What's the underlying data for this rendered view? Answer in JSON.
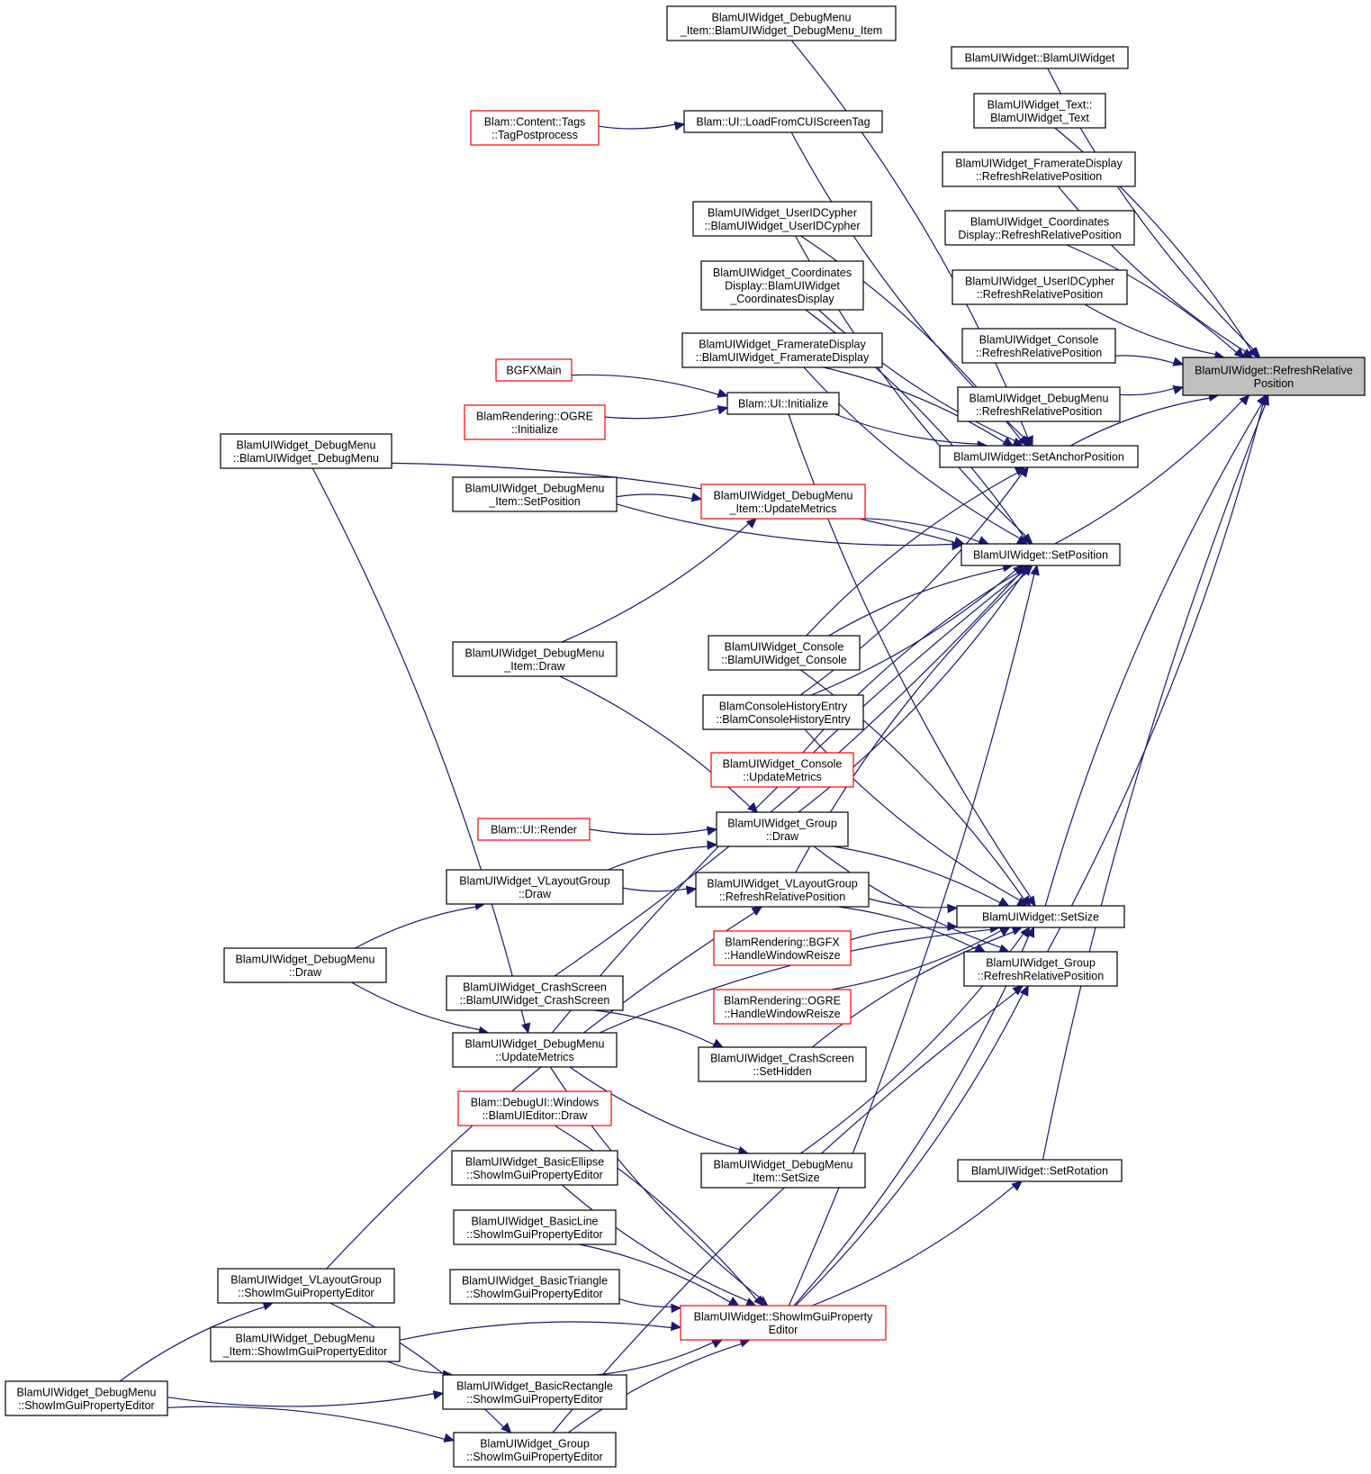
{
  "nodes": [
    {
      "id": "refreshRelative",
      "label": [
        "BlamUIWidget::RefreshRelative",
        "Position"
      ],
      "style": "root"
    },
    {
      "id": "blamuiwidget",
      "label": [
        "BlamUIWidget::BlamUIWidget"
      ],
      "style": "normal"
    },
    {
      "id": "text",
      "label": [
        "BlamUIWidget_Text::",
        "BlamUIWidget_Text"
      ],
      "style": "normal"
    },
    {
      "id": "frameRRP",
      "label": [
        "BlamUIWidget_FramerateDisplay",
        "::RefreshRelativePosition"
      ],
      "style": "normal"
    },
    {
      "id": "coordRRP",
      "label": [
        "BlamUIWidget_Coordinates",
        "Display::RefreshRelativePosition"
      ],
      "style": "normal"
    },
    {
      "id": "userRRP",
      "label": [
        "BlamUIWidget_UserIDCypher",
        "::RefreshRelativePosition"
      ],
      "style": "normal"
    },
    {
      "id": "consoleRRP",
      "label": [
        "BlamUIWidget_Console",
        "::RefreshRelativePosition"
      ],
      "style": "normal"
    },
    {
      "id": "debugRRP",
      "label": [
        "BlamUIWidget_DebugMenu",
        "::RefreshRelativePosition"
      ],
      "style": "normal"
    },
    {
      "id": "setAnchor",
      "label": [
        "BlamUIWidget::SetAnchorPosition"
      ],
      "style": "normal"
    },
    {
      "id": "setPosition",
      "label": [
        "BlamUIWidget::SetPosition"
      ],
      "style": "normal"
    },
    {
      "id": "setSize",
      "label": [
        "BlamUIWidget::SetSize"
      ],
      "style": "normal"
    },
    {
      "id": "groupRRP",
      "label": [
        "BlamUIWidget_Group",
        "::RefreshRelativePosition"
      ],
      "style": "normal"
    },
    {
      "id": "setRotation",
      "label": [
        "BlamUIWidget::SetRotation"
      ],
      "style": "normal"
    },
    {
      "id": "dmItemCtor",
      "label": [
        "BlamUIWidget_DebugMenu",
        "_Item::BlamUIWidget_DebugMenu_Item"
      ],
      "style": "normal"
    },
    {
      "id": "loadFromCUI",
      "label": [
        "Blam::UI::LoadFromCUIScreenTag"
      ],
      "style": "normal"
    },
    {
      "id": "tagPost",
      "label": [
        "Blam::Content::Tags",
        "::TagPostprocess"
      ],
      "style": "red"
    },
    {
      "id": "userCtor",
      "label": [
        "BlamUIWidget_UserIDCypher",
        "::BlamUIWidget_UserIDCypher"
      ],
      "style": "normal"
    },
    {
      "id": "coordCtor",
      "label": [
        "BlamUIWidget_Coordinates",
        "Display::BlamUIWidget",
        "_CoordinatesDisplay"
      ],
      "style": "normal"
    },
    {
      "id": "frameCtor",
      "label": [
        "BlamUIWidget_FramerateDisplay",
        "::BlamUIWidget_FramerateDisplay"
      ],
      "style": "normal"
    },
    {
      "id": "bgfxMain",
      "label": [
        "BGFXMain"
      ],
      "style": "red"
    },
    {
      "id": "uiInit",
      "label": [
        "Blam::UI::Initialize"
      ],
      "style": "normal"
    },
    {
      "id": "ogreInit",
      "label": [
        "BlamRendering::OGRE",
        "::Initialize"
      ],
      "style": "red"
    },
    {
      "id": "dmCtor",
      "label": [
        "BlamUIWidget_DebugMenu",
        "::BlamUIWidget_DebugMenu"
      ],
      "style": "normal"
    },
    {
      "id": "dmItemSetPos",
      "label": [
        "BlamUIWidget_DebugMenu",
        "_Item::SetPosition"
      ],
      "style": "normal"
    },
    {
      "id": "dmItemUpdate",
      "label": [
        "BlamUIWidget_DebugMenu",
        "_Item::UpdateMetrics"
      ],
      "style": "red"
    },
    {
      "id": "dmItemDraw",
      "label": [
        "BlamUIWidget_DebugMenu",
        "_Item::Draw"
      ],
      "style": "normal"
    },
    {
      "id": "consoleCtor",
      "label": [
        "BlamUIWidget_Console",
        "::BlamUIWidget_Console"
      ],
      "style": "normal"
    },
    {
      "id": "historyCtor",
      "label": [
        "BlamConsoleHistoryEntry",
        "::BlamConsoleHistoryEntry"
      ],
      "style": "normal"
    },
    {
      "id": "consoleUpdate",
      "label": [
        "BlamUIWidget_Console",
        "::UpdateMetrics"
      ],
      "style": "red"
    },
    {
      "id": "uiRender",
      "label": [
        "Blam::UI::Render"
      ],
      "style": "red"
    },
    {
      "id": "groupDraw",
      "label": [
        "BlamUIWidget_Group",
        "::Draw"
      ],
      "style": "normal"
    },
    {
      "id": "vlayoutDraw",
      "label": [
        "BlamUIWidget_VLayoutGroup",
        "::Draw"
      ],
      "style": "normal"
    },
    {
      "id": "vlayoutRRP",
      "label": [
        "BlamUIWidget_VLayoutGroup",
        "::RefreshRelativePosition"
      ],
      "style": "normal"
    },
    {
      "id": "dmDraw",
      "label": [
        "BlamUIWidget_DebugMenu",
        "::Draw"
      ],
      "style": "normal"
    },
    {
      "id": "bgfxResize",
      "label": [
        "BlamRendering::BGFX",
        "::HandleWindowReisze"
      ],
      "style": "red"
    },
    {
      "id": "ogreResize",
      "label": [
        "BlamRendering::OGRE",
        "::HandleWindowReisze"
      ],
      "style": "red"
    },
    {
      "id": "crashCtor",
      "label": [
        "BlamUIWidget_CrashScreen",
        "::BlamUIWidget_CrashScreen"
      ],
      "style": "normal"
    },
    {
      "id": "dmUpdate",
      "label": [
        "BlamUIWidget_DebugMenu",
        "::UpdateMetrics"
      ],
      "style": "normal"
    },
    {
      "id": "crashHidden",
      "label": [
        "BlamUIWidget_CrashScreen",
        "::SetHidden"
      ],
      "style": "normal"
    },
    {
      "id": "uiEditorDraw",
      "label": [
        "Blam::DebugUI::Windows",
        "::BlamUIEditor::Draw"
      ],
      "style": "red"
    },
    {
      "id": "dmItemSetSize",
      "label": [
        "BlamUIWidget_DebugMenu",
        "_Item::SetSize"
      ],
      "style": "normal"
    },
    {
      "id": "ellipseShow",
      "label": [
        "BlamUIWidget_BasicEllipse",
        "::ShowImGuiPropertyEditor"
      ],
      "style": "normal"
    },
    {
      "id": "lineShow",
      "label": [
        "BlamUIWidget_BasicLine",
        "::ShowImGuiPropertyEditor"
      ],
      "style": "normal"
    },
    {
      "id": "triShow",
      "label": [
        "BlamUIWidget_BasicTriangle",
        "::ShowImGuiPropertyEditor"
      ],
      "style": "normal"
    },
    {
      "id": "vlayoutShow",
      "label": [
        "BlamUIWidget_VLayoutGroup",
        "::ShowImGuiPropertyEditor"
      ],
      "style": "normal"
    },
    {
      "id": "widgetShow",
      "label": [
        "BlamUIWidget::ShowImGuiProperty",
        "Editor"
      ],
      "style": "red"
    },
    {
      "id": "dmItemShow",
      "label": [
        "BlamUIWidget_DebugMenu",
        "_Item::ShowImGuiPropertyEditor"
      ],
      "style": "normal"
    },
    {
      "id": "dmShow",
      "label": [
        "BlamUIWidget_DebugMenu",
        "::ShowImGuiPropertyEditor"
      ],
      "style": "normal"
    },
    {
      "id": "rectShow",
      "label": [
        "BlamUIWidget_BasicRectangle",
        "::ShowImGuiPropertyEditor"
      ],
      "style": "normal"
    },
    {
      "id": "groupShow",
      "label": [
        "BlamUIWidget_Group",
        "::ShowImGuiPropertyEditor"
      ],
      "style": "normal"
    }
  ],
  "edges": [
    [
      "blamuiwidget",
      "refreshRelative"
    ],
    [
      "text",
      "refreshRelative"
    ],
    [
      "frameRRP",
      "refreshRelative"
    ],
    [
      "coordRRP",
      "refreshRelative"
    ],
    [
      "userRRP",
      "refreshRelative"
    ],
    [
      "consoleRRP",
      "refreshRelative"
    ],
    [
      "debugRRP",
      "refreshRelative"
    ],
    [
      "setAnchor",
      "refreshRelative"
    ],
    [
      "setPosition",
      "refreshRelative"
    ],
    [
      "setSize",
      "refreshRelative"
    ],
    [
      "groupRRP",
      "refreshRelative"
    ],
    [
      "setRotation",
      "refreshRelative"
    ],
    [
      "tagPost",
      "loadFromCUI"
    ],
    [
      "bgfxMain",
      "uiInit"
    ],
    [
      "ogreInit",
      "uiInit"
    ],
    [
      "dmItemCtor",
      "setAnchor"
    ],
    [
      "loadFromCUI",
      "setAnchor"
    ],
    [
      "userCtor",
      "setAnchor"
    ],
    [
      "coordCtor",
      "setAnchor"
    ],
    [
      "frameCtor",
      "setAnchor"
    ],
    [
      "uiInit",
      "setAnchor"
    ],
    [
      "consoleCtor",
      "setAnchor"
    ],
    [
      "historyCtor",
      "setAnchor"
    ],
    [
      "dmCtor",
      "setPosition"
    ],
    [
      "dmItemSetPos",
      "setPosition"
    ],
    [
      "dmItemUpdate",
      "setPosition"
    ],
    [
      "userCtor",
      "setPosition"
    ],
    [
      "coordCtor",
      "setPosition"
    ],
    [
      "frameCtor",
      "setPosition"
    ],
    [
      "consoleCtor",
      "setPosition"
    ],
    [
      "historyCtor",
      "setPosition"
    ],
    [
      "consoleUpdate",
      "setPosition"
    ],
    [
      "groupDraw",
      "setPosition"
    ],
    [
      "vlayoutRRP",
      "setPosition"
    ],
    [
      "crashCtor",
      "setPosition"
    ],
    [
      "dmUpdate",
      "setPosition"
    ],
    [
      "widgetShow",
      "setPosition"
    ],
    [
      "dmItemSetPos",
      "dmItemUpdate"
    ],
    [
      "dmItemDraw",
      "dmItemUpdate"
    ],
    [
      "dmItemDraw",
      "groupDraw"
    ],
    [
      "uiRender",
      "groupDraw"
    ],
    [
      "vlayoutDraw",
      "groupDraw"
    ],
    [
      "vlayoutDraw",
      "vlayoutRRP"
    ],
    [
      "dmDraw",
      "vlayoutDraw"
    ],
    [
      "dmDraw",
      "dmUpdate"
    ],
    [
      "dmCtor",
      "dmUpdate"
    ],
    [
      "uiInit",
      "setSize"
    ],
    [
      "consoleCtor",
      "setSize"
    ],
    [
      "historyCtor",
      "setSize"
    ],
    [
      "groupDraw",
      "setSize"
    ],
    [
      "vlayoutRRP",
      "setSize"
    ],
    [
      "bgfxResize",
      "setSize"
    ],
    [
      "ogreResize",
      "setSize"
    ],
    [
      "crashHidden",
      "setSize"
    ],
    [
      "dmItemSetSize",
      "setSize"
    ],
    [
      "dmUpdate",
      "setSize"
    ],
    [
      "widgetShow",
      "setSize"
    ],
    [
      "crashCtor",
      "crashHidden"
    ],
    [
      "dmUpdate",
      "dmItemSetSize"
    ],
    [
      "vlayoutShow",
      "vlayoutRRP"
    ],
    [
      "groupDraw",
      "groupRRP"
    ],
    [
      "vlayoutRRP",
      "groupRRP"
    ],
    [
      "widgetShow",
      "groupRRP"
    ],
    [
      "groupShow",
      "groupRRP"
    ],
    [
      "widgetShow",
      "setRotation"
    ],
    [
      "uiEditorDraw",
      "widgetShow"
    ],
    [
      "ellipseShow",
      "widgetShow"
    ],
    [
      "lineShow",
      "widgetShow"
    ],
    [
      "triShow",
      "widgetShow"
    ],
    [
      "dmItemShow",
      "widgetShow"
    ],
    [
      "rectShow",
      "widgetShow"
    ],
    [
      "groupShow",
      "widgetShow"
    ],
    [
      "dmUpdate",
      "widgetShow"
    ],
    [
      "dmShow",
      "vlayoutShow"
    ],
    [
      "dmShow",
      "rectShow"
    ],
    [
      "dmShow",
      "groupShow"
    ],
    [
      "dmItemShow",
      "rectShow"
    ],
    [
      "vlayoutShow",
      "groupShow"
    ]
  ]
}
